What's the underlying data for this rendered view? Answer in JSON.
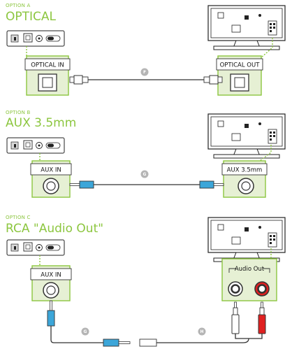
{
  "sections": [
    {
      "option": "OPTION A",
      "title": "OPTICAL",
      "left_label": "OPTICAL IN",
      "right_label": "OPTICAL OUT",
      "cable_letter": "F"
    },
    {
      "option": "OPTION B",
      "title": "AUX 3.5mm",
      "left_label": "AUX IN",
      "right_label": "AUX 3.5mm",
      "cable_letter": "G"
    },
    {
      "option": "OPTION C",
      "title": "RCA \"Audio Out\"",
      "left_label": "AUX IN",
      "right_label": "Audio Out",
      "cable_letter_1": "G",
      "cable_letter_2": "H"
    }
  ],
  "colors": {
    "accent": "#8cc63f",
    "panel_bg": "#e6f0d4",
    "cable_blue": "#3ca6d9",
    "rca_red": "#e02020",
    "device_gray": "#d8d8d8"
  },
  "icons": [
    "adapter-device",
    "tv-back-panel",
    "optical-port",
    "aux-jack",
    "rca-jack",
    "optical-plug",
    "aux-plug",
    "rca-plug"
  ]
}
